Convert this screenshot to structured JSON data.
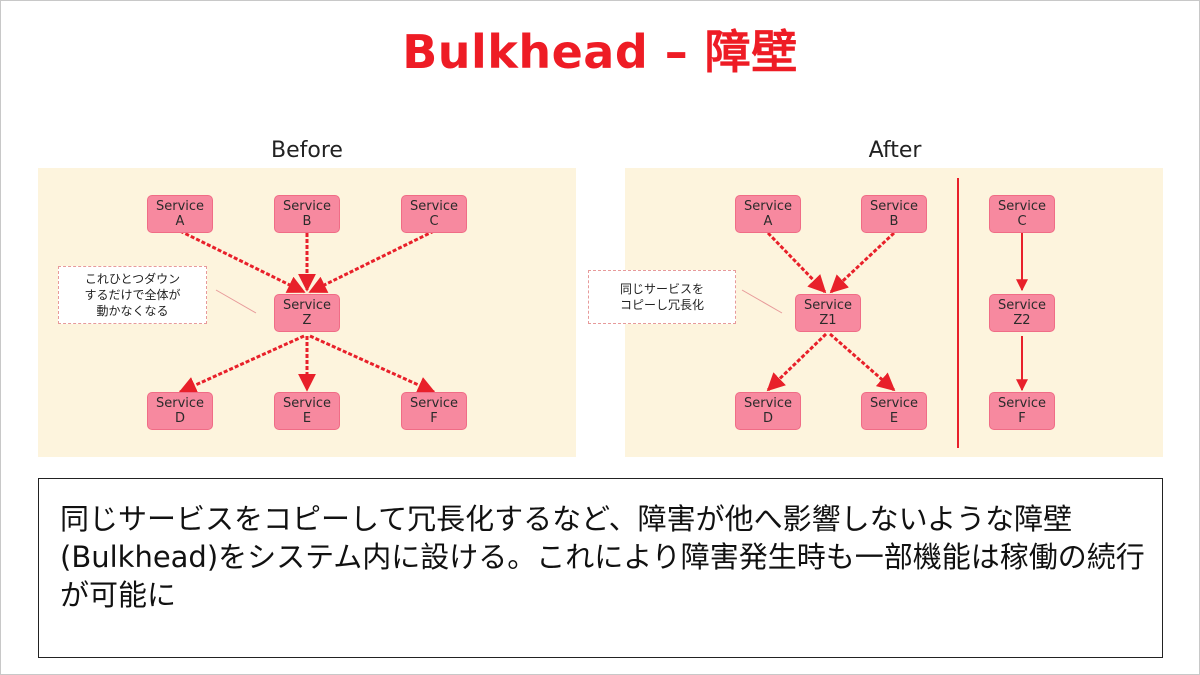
{
  "title": "Bulkhead – 障壁",
  "before": {
    "label": "Before",
    "note": "これひとつダウン\nするだけで全体が\n動かなくなる",
    "nodes": {
      "a": {
        "line1": "Service",
        "line2": "A"
      },
      "b": {
        "line1": "Service",
        "line2": "B"
      },
      "c": {
        "line1": "Service",
        "line2": "C"
      },
      "z": {
        "line1": "Service",
        "line2": "Z"
      },
      "d": {
        "line1": "Service",
        "line2": "D"
      },
      "e": {
        "line1": "Service",
        "line2": "E"
      },
      "f": {
        "line1": "Service",
        "line2": "F"
      }
    }
  },
  "after": {
    "label": "After",
    "note": "同じサービスを\nコピーし冗長化",
    "nodes": {
      "a": {
        "line1": "Service",
        "line2": "A"
      },
      "b": {
        "line1": "Service",
        "line2": "B"
      },
      "z1": {
        "line1": "Service",
        "line2": "Z1"
      },
      "d": {
        "line1": "Service",
        "line2": "D"
      },
      "e": {
        "line1": "Service",
        "line2": "E"
      },
      "c": {
        "line1": "Service",
        "line2": "C"
      },
      "z2": {
        "line1": "Service",
        "line2": "Z2"
      },
      "f": {
        "line1": "Service",
        "line2": "F"
      }
    }
  },
  "description": "同じサービスをコピーして冗長化するなど、障害が他へ影響しないような障壁(Bulkhead)をシステム内に設ける。これにより障害発生時も一部機能は稼働の続行が可能に",
  "colors": {
    "title": "#ee1c25",
    "node": "#f7899f",
    "arrow": "#e8202a",
    "panel": "#fdf4dd"
  }
}
